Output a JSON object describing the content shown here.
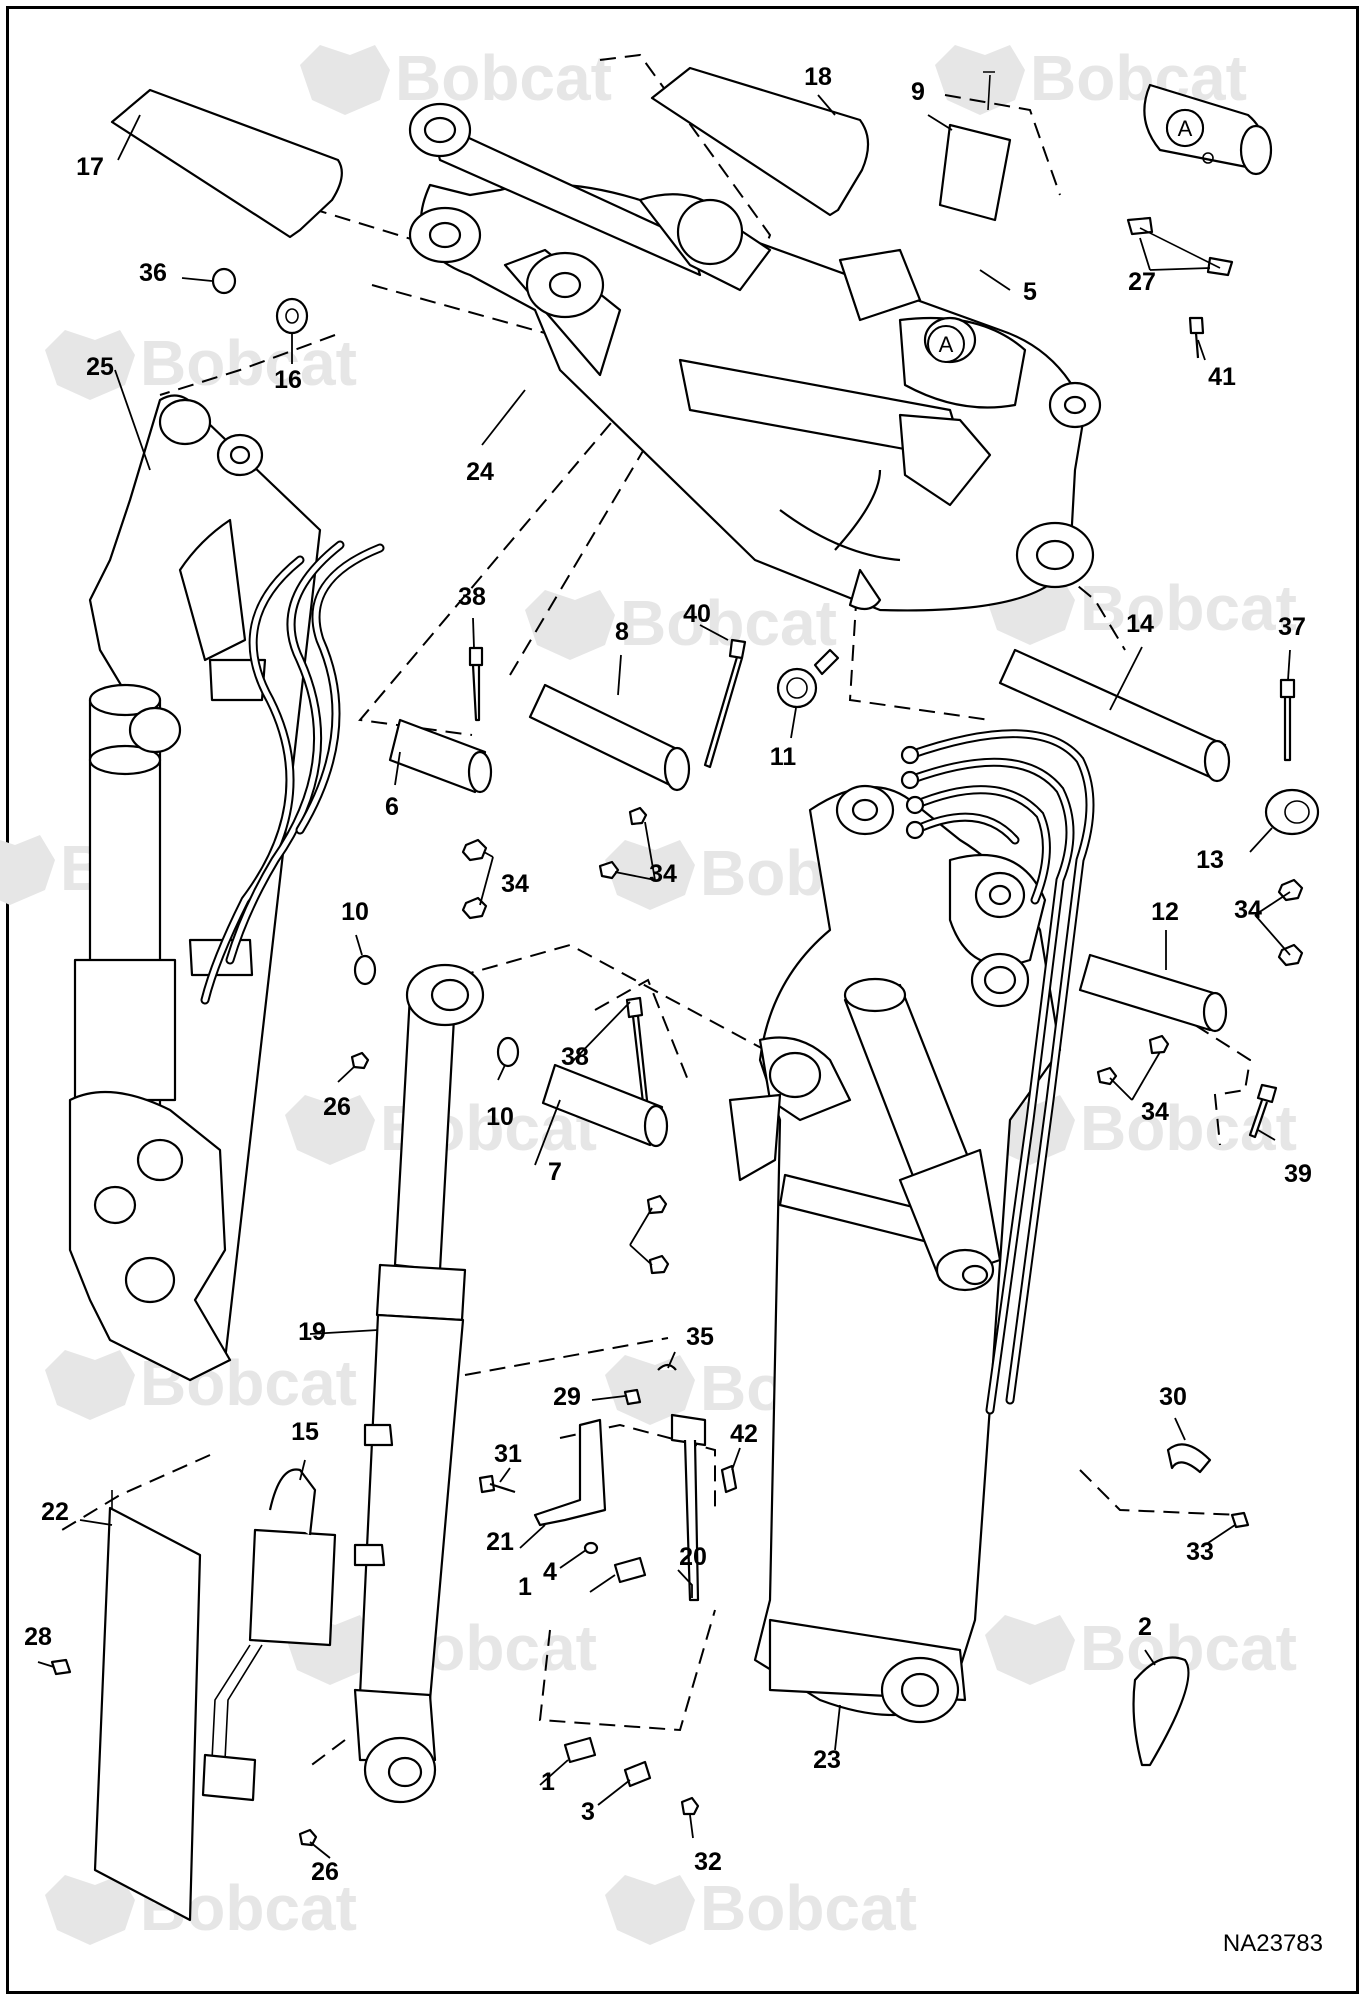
{
  "drawing_number": "NA23783",
  "watermark_text": "Bobcat",
  "detail_reference": "A",
  "callouts": [
    "1",
    "1",
    "2",
    "3",
    "4",
    "5",
    "6",
    "7",
    "8",
    "9",
    "10",
    "10",
    "11",
    "12",
    "13",
    "14",
    "15",
    "16",
    "17",
    "18",
    "19",
    "20",
    "21",
    "22",
    "23",
    "24",
    "25",
    "26",
    "26",
    "27",
    "28",
    "29",
    "30",
    "31",
    "32",
    "33",
    "34",
    "34",
    "34",
    "34",
    "35",
    "36",
    "37",
    "38",
    "38",
    "39",
    "40",
    "41",
    "42"
  ],
  "colors": {
    "line": "#000000",
    "watermark": "#e6e6e6",
    "background": "#ffffff"
  }
}
